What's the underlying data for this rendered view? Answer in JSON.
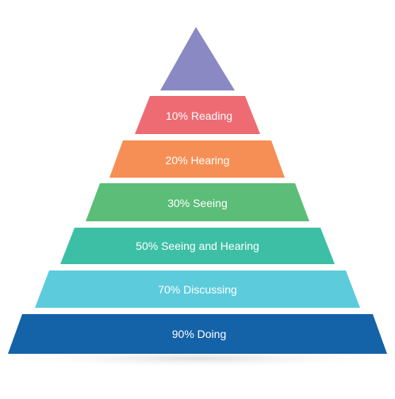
{
  "pyramid": {
    "apex": {
      "color": "#8a89c3"
    },
    "levels": [
      {
        "label": "10% Reading",
        "color": "#ee6b73",
        "text_color": "#ffffff"
      },
      {
        "label": "20% Hearing",
        "color": "#f68f55",
        "text_color": "#ffffff"
      },
      {
        "label": "30% Seeing",
        "color": "#5bbd78",
        "text_color": "#ffffff"
      },
      {
        "label": "50% Seeing and Hearing",
        "color": "#3dbfa6",
        "text_color": "#ffffff"
      },
      {
        "label": "70% Discussing",
        "color": "#5ccbdc",
        "text_color": "#ffffff"
      },
      {
        "label": "90% Doing",
        "color": "#1462a8",
        "text_color": "#ffffff"
      }
    ],
    "shadow_color": "#e9e9e9"
  }
}
